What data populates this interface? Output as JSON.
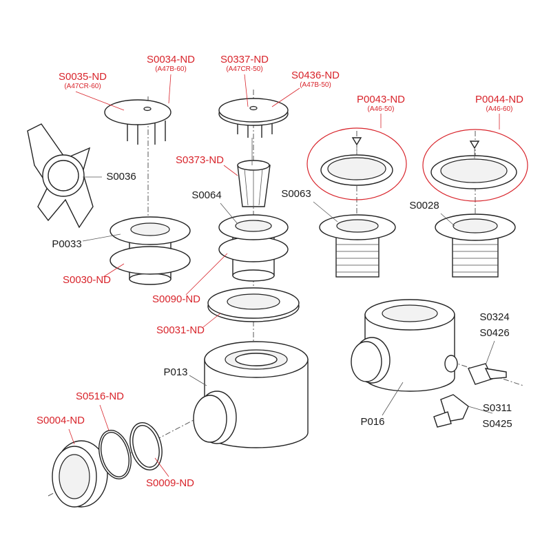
{
  "accent_color": "#d8232a",
  "labels": {
    "s0035": {
      "code": "S0035-ND",
      "sub": "(A47CR-60)"
    },
    "s0034": {
      "code": "S0034-ND",
      "sub": "(A47B-60)"
    },
    "s0337": {
      "code": "S0337-ND",
      "sub": "(A47CR-50)"
    },
    "s0436": {
      "code": "S0436-ND",
      "sub": "(A47B-50)"
    },
    "p0043": {
      "code": "P0043-ND",
      "sub": "(A46-50)"
    },
    "p0044": {
      "code": "P0044-ND",
      "sub": "(A46-60)"
    },
    "s0373": {
      "code": "S0373-ND"
    },
    "s0036": {
      "code": "S0036"
    },
    "s0064": {
      "code": "S0064"
    },
    "s0063": {
      "code": "S0063"
    },
    "s0028": {
      "code": "S0028"
    },
    "p0033": {
      "code": "P0033"
    },
    "s0030": {
      "code": "S0030-ND"
    },
    "s0090": {
      "code": "S0090-ND"
    },
    "s0031": {
      "code": "S0031-ND"
    },
    "s0324": {
      "code": "S0324"
    },
    "s0426": {
      "code": "S0426"
    },
    "p013": {
      "code": "P013"
    },
    "s0516": {
      "code": "S0516-ND"
    },
    "s0311": {
      "code": "S0311"
    },
    "s0004": {
      "code": "S0004-ND"
    },
    "p016": {
      "code": "P016"
    },
    "s0425": {
      "code": "S0425"
    },
    "s0009": {
      "code": "S0009-ND"
    }
  }
}
